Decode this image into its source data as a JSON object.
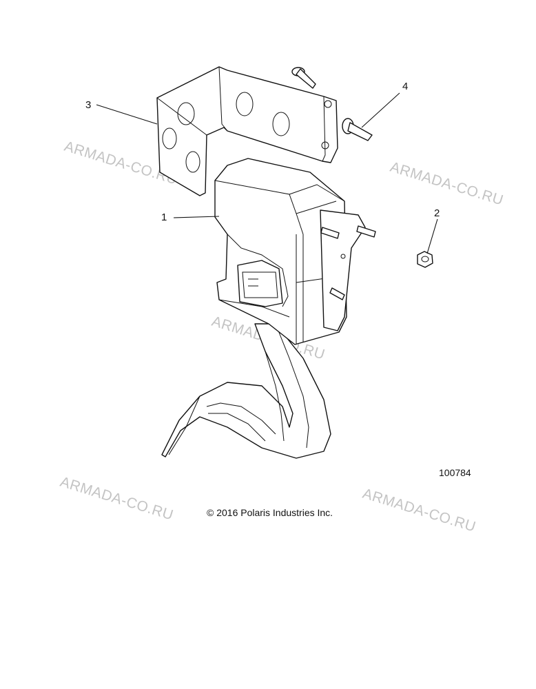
{
  "callouts": [
    {
      "id": "1",
      "label": "1"
    },
    {
      "id": "2",
      "label": "2"
    },
    {
      "id": "3",
      "label": "3"
    },
    {
      "id": "4",
      "label": "4"
    }
  ],
  "watermark": "ARMADA-CO.RU",
  "figure_number": "100784",
  "copyright": "© 2016 Polaris Industries Inc."
}
